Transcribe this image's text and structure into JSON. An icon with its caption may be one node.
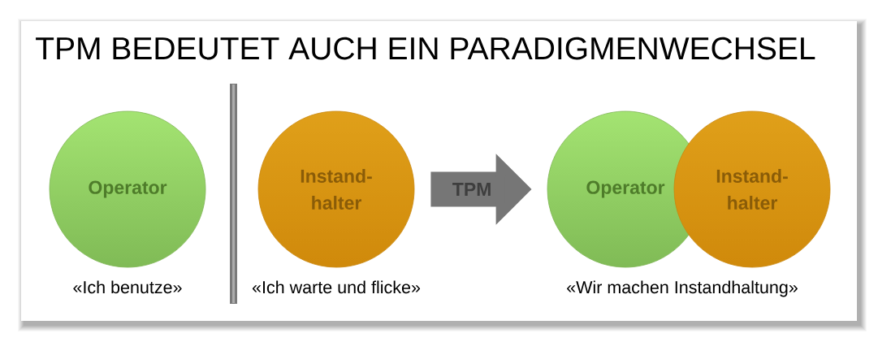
{
  "diagram": {
    "title": "TPM BEDEUTET AUCH EIN PARADIGMENWECHSEL",
    "nodes": [
      {
        "text": [
          "Operator"
        ],
        "beside": [
          "«Ich benutze»"
        ]
      },
      {
        "text": [
          "Instand- halter"
        ],
        "beside": [
          "«Ich warte und flicke»"
        ]
      },
      {
        "text": [
          "Operator"
        ]
      },
      {
        "text": [
          "Instand- halter"
        ]
      }
    ],
    "edges": [
      {
        "from": 1,
        "to": 2,
        "arrow": "to",
        "label": "TPM"
      }
    ],
    "labels": [
      "«Wir machen Instandhaltung»"
    ]
  }
}
